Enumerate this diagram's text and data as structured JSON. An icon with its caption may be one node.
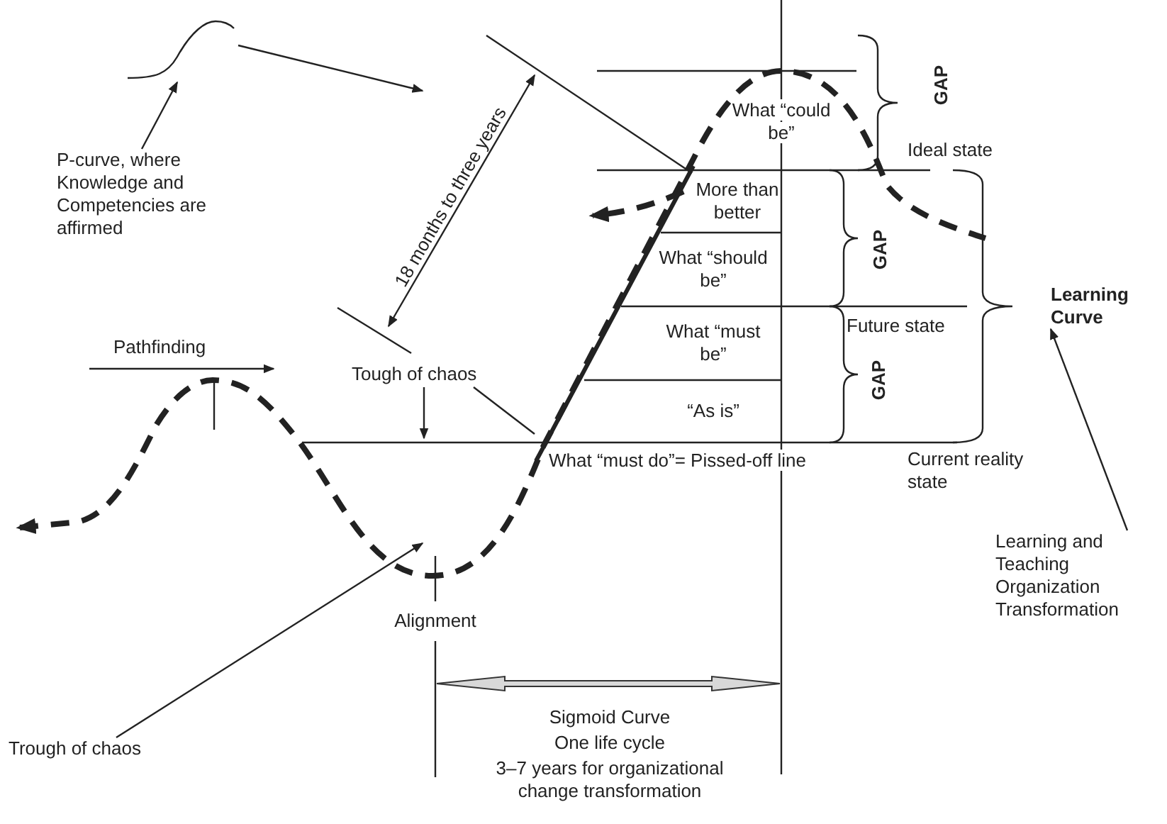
{
  "diagram": {
    "nodes": [
      {
        "text": [
          "P-curve, where Knowledge and Competencies are affirmed"
        ]
      },
      {
        "text": [],
        "shape": "curve"
      },
      {
        "text": [
          "18 months to three years"
        ]
      },
      {
        "text": [
          "Tough of chaos"
        ]
      },
      {
        "text": [
          "Trough of chaos"
        ]
      },
      {
        "text": [
          "Learning Curve"
        ]
      },
      {
        "text": [
          "Learning and Teaching Organization Transformation"
        ]
      }
    ],
    "edges": [
      {
        "from": 0,
        "to": 1,
        "arrow": "to"
      },
      {
        "from": 1,
        "to": 2,
        "arrow": "to"
      },
      {
        "from": 3,
        "to": null,
        "arrow": "to"
      },
      {
        "from": 3,
        "to": null,
        "arrow": "none"
      },
      {
        "from": 4,
        "to": null,
        "arrow": "to"
      },
      {
        "from": 6,
        "to": 5,
        "arrow": "to"
      }
    ],
    "labels": [
      "Pathfinding",
      "What “could be”",
      "GAP",
      "Ideal state",
      "More than better",
      "GAP",
      "What “should be”",
      "Future state",
      "What “must be”",
      "GAP",
      "“As is”",
      "What “must do”= Pissed-off line",
      "Current reality state",
      "Alignment",
      "Sigmoid Curve",
      "One life cycle",
      "3–7 years for organizational change transformation"
    ]
  }
}
